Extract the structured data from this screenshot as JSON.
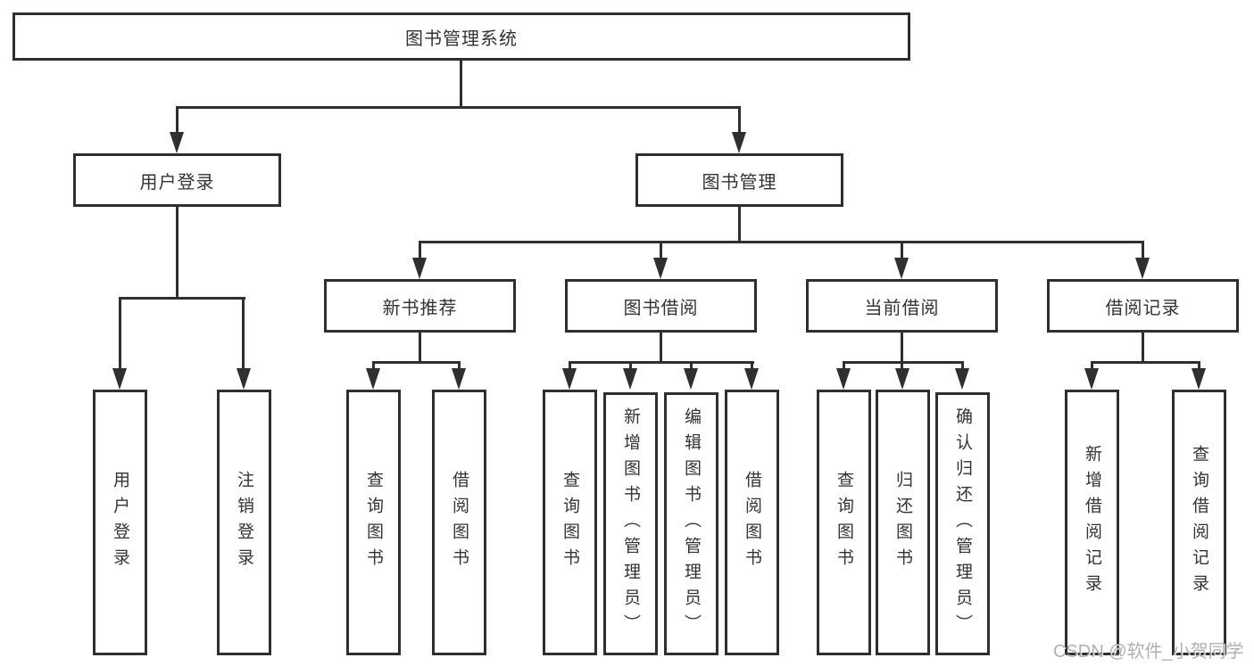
{
  "diagram": {
    "root": {
      "label": "图书管理系统"
    },
    "level2": {
      "user_login": {
        "label": "用户登录"
      },
      "book_management": {
        "label": "图书管理"
      }
    },
    "level3": {
      "new_book_recommendation": {
        "label": "新书推荐"
      },
      "book_borrowing": {
        "label": "图书借阅"
      },
      "current_borrowing": {
        "label": "当前借阅"
      },
      "borrowing_records": {
        "label": "借阅记录"
      }
    },
    "leaves": {
      "user_login_group": [
        "用户登录",
        "注销登录"
      ],
      "new_book_group": [
        "查询图书",
        "借阅图书"
      ],
      "book_borrowing_group": [
        "查询图书",
        "新增图书（管理员）",
        "编辑图书（管理员）",
        "借阅图书"
      ],
      "current_borrowing_group": [
        "查询图书",
        "归还图书",
        "确认归还（管理员）"
      ],
      "records_group": [
        "新增借阅记录",
        "查询借阅记录"
      ]
    }
  },
  "watermark": "CSDN @软件_小贺同学",
  "colors": {
    "line": "#2f2f2f",
    "text": "#333333",
    "background": "#ffffff",
    "watermark": "#9c9c9c"
  }
}
